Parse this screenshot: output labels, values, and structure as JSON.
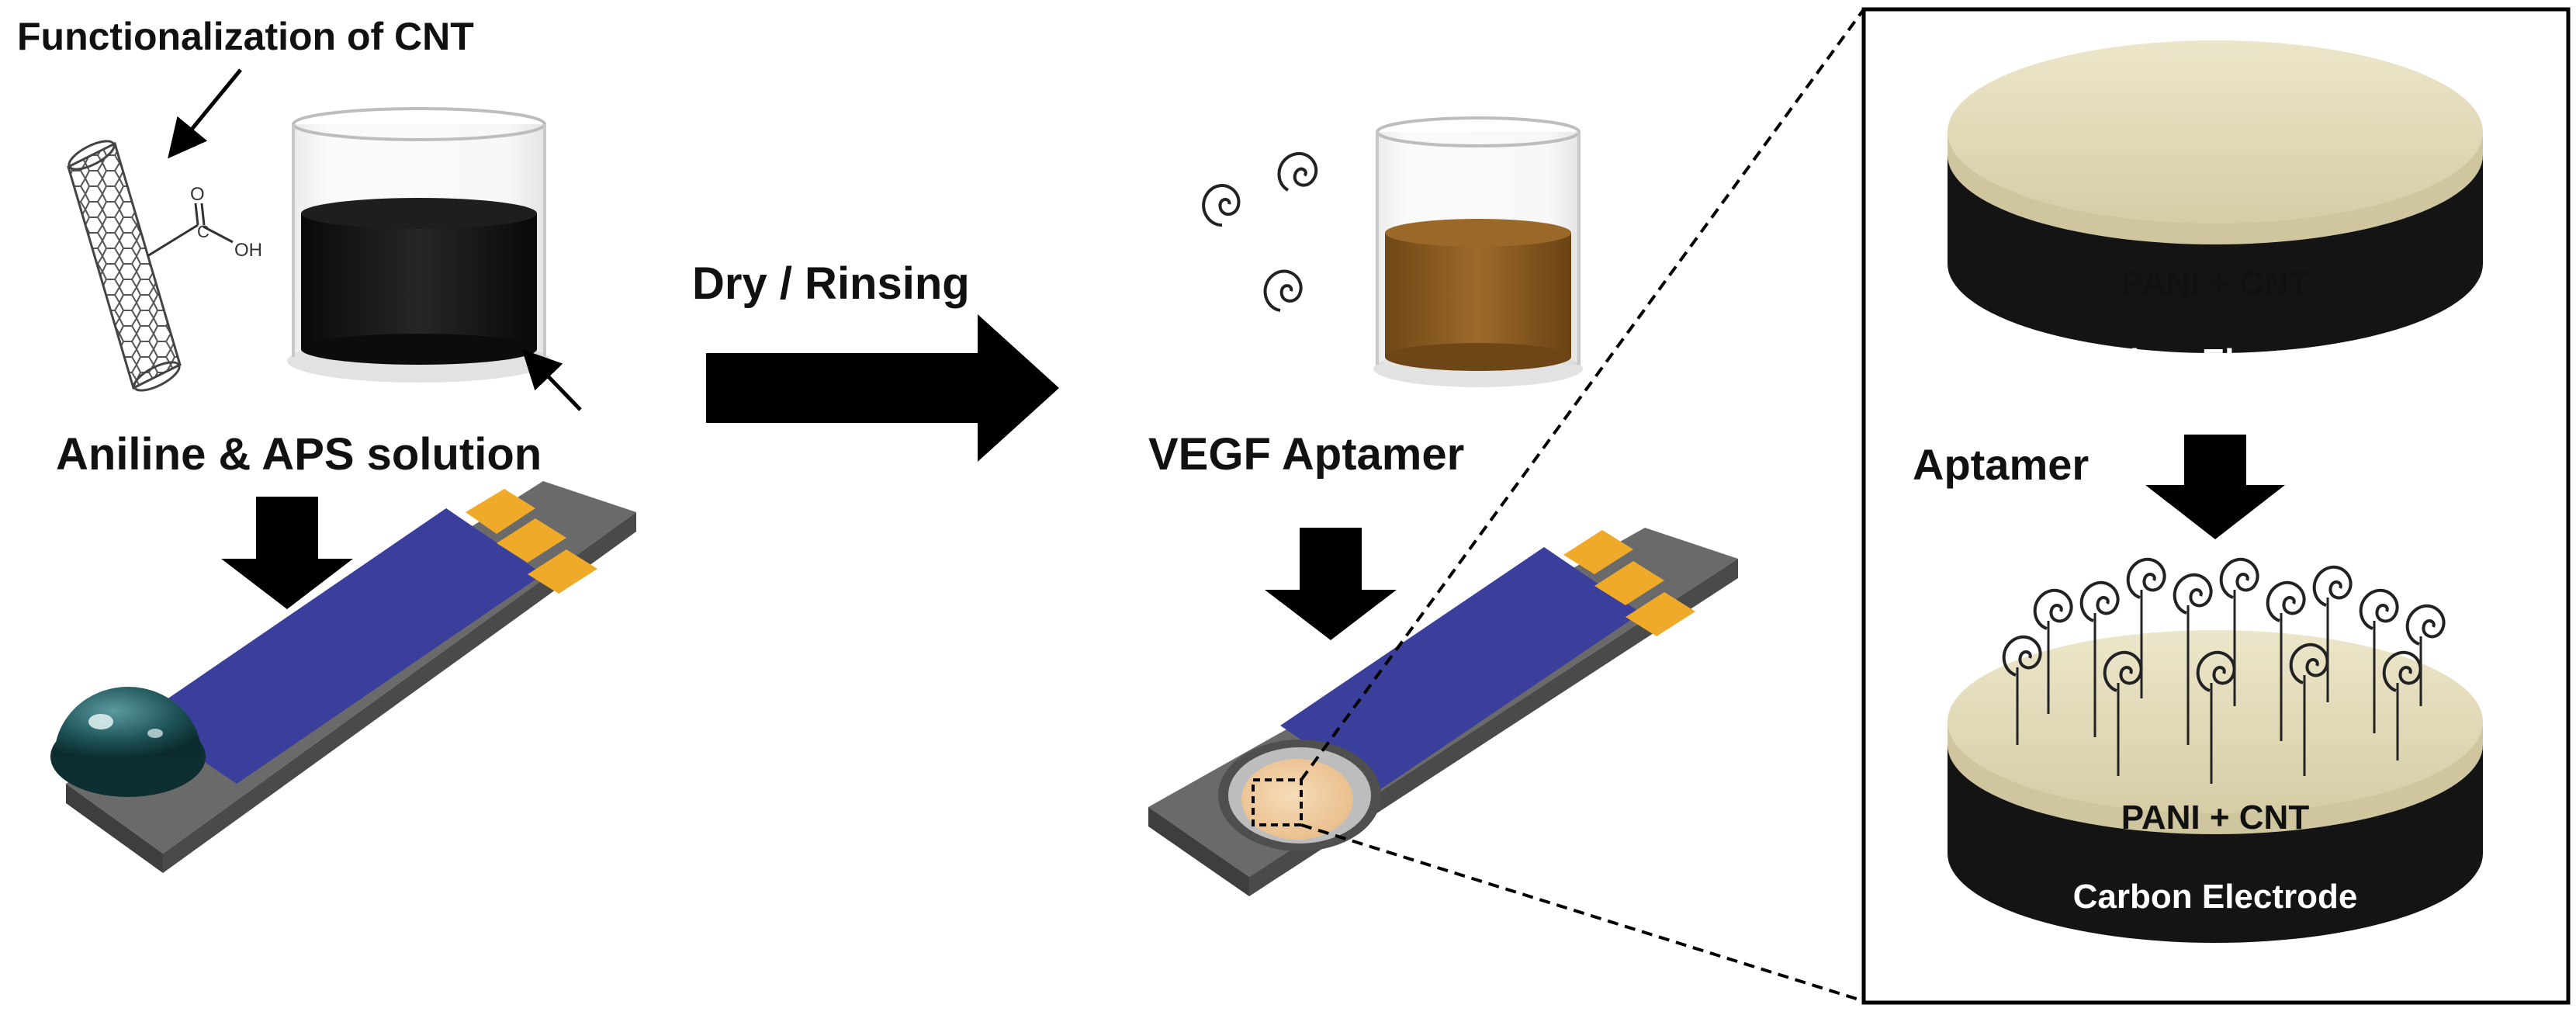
{
  "labels": {
    "functionalization": "Functionalization of CNT",
    "aniline_aps": "Aniline & APS solution",
    "dry_rinsing": "Dry / Rinsing",
    "vegf_aptamer": "VEGF Aptamer",
    "aptamer": "Aptamer",
    "cooh_o": "O",
    "cooh_c": "C",
    "cooh_oh": "OH"
  },
  "electrode_top": {
    "layer_top": "PANI + CNT",
    "layer_bottom": "Carbon Electrode"
  },
  "electrode_bottom": {
    "layer_top": "PANI + CNT",
    "layer_bottom": "Carbon Electrode"
  },
  "colors": {
    "arrow": "#000000",
    "strip_blue": "#3a3f9c",
    "contact_gold": "#f0aa2a",
    "substrate_gray": "#565656",
    "cnt_solution": "#151515",
    "aptamer_solution": "#8a5a1f",
    "pani_layer": "#e3dcbc",
    "carbon_layer": "#141414",
    "droplet": "#1f5558",
    "working_electrode": "#f2cfa4"
  }
}
